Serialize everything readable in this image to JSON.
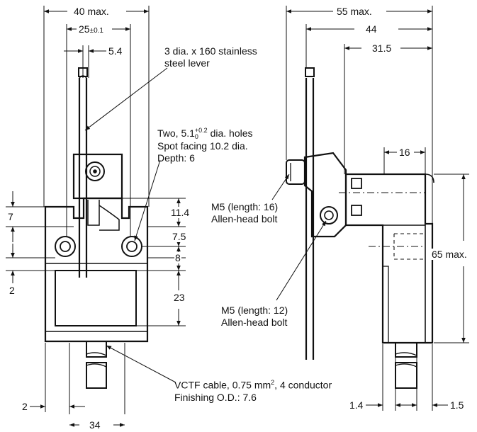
{
  "dimensions": {
    "front_width_max": "40 max.",
    "front_lever_pitch": "25",
    "front_lever_pitch_tol": "±0.1",
    "front_lever_offset": "5.4",
    "front_7": "7",
    "front_11_4": "11.4",
    "front_7_5": "7.5",
    "front_8": "8",
    "front_2_left": "2",
    "front_23": "23",
    "front_2_bottom": "2",
    "front_34": "34",
    "side_55_max": "55 max.",
    "side_44": "44",
    "side_31_5": "31.5",
    "side_16": "16",
    "side_65_max": "65 max.",
    "side_1_4": "1.4",
    "side_1_5": "1.5"
  },
  "callouts": {
    "lever_line1": "3 dia. x 160 stainless",
    "lever_line2": "steel lever",
    "holes_prefix": "Two, 5.1",
    "holes_sub": "0",
    "holes_sup": "+0.2",
    "holes_suffix": " dia. holes",
    "holes_line2": "Spot facing 10.2 dia.",
    "holes_line3": "Depth: 6",
    "bolt16_line1": "M5 (length: 16)",
    "bolt16_line2": "Allen-head bolt",
    "bolt12_line1": "M5 (length: 12)",
    "bolt12_line2": "Allen-head bolt",
    "cable_prefix": "VCTF cable, 0.75 mm",
    "cable_sup": "2",
    "cable_suffix": ", 4 conductor",
    "cable_line2": "Finishing O.D.: 7.6"
  }
}
